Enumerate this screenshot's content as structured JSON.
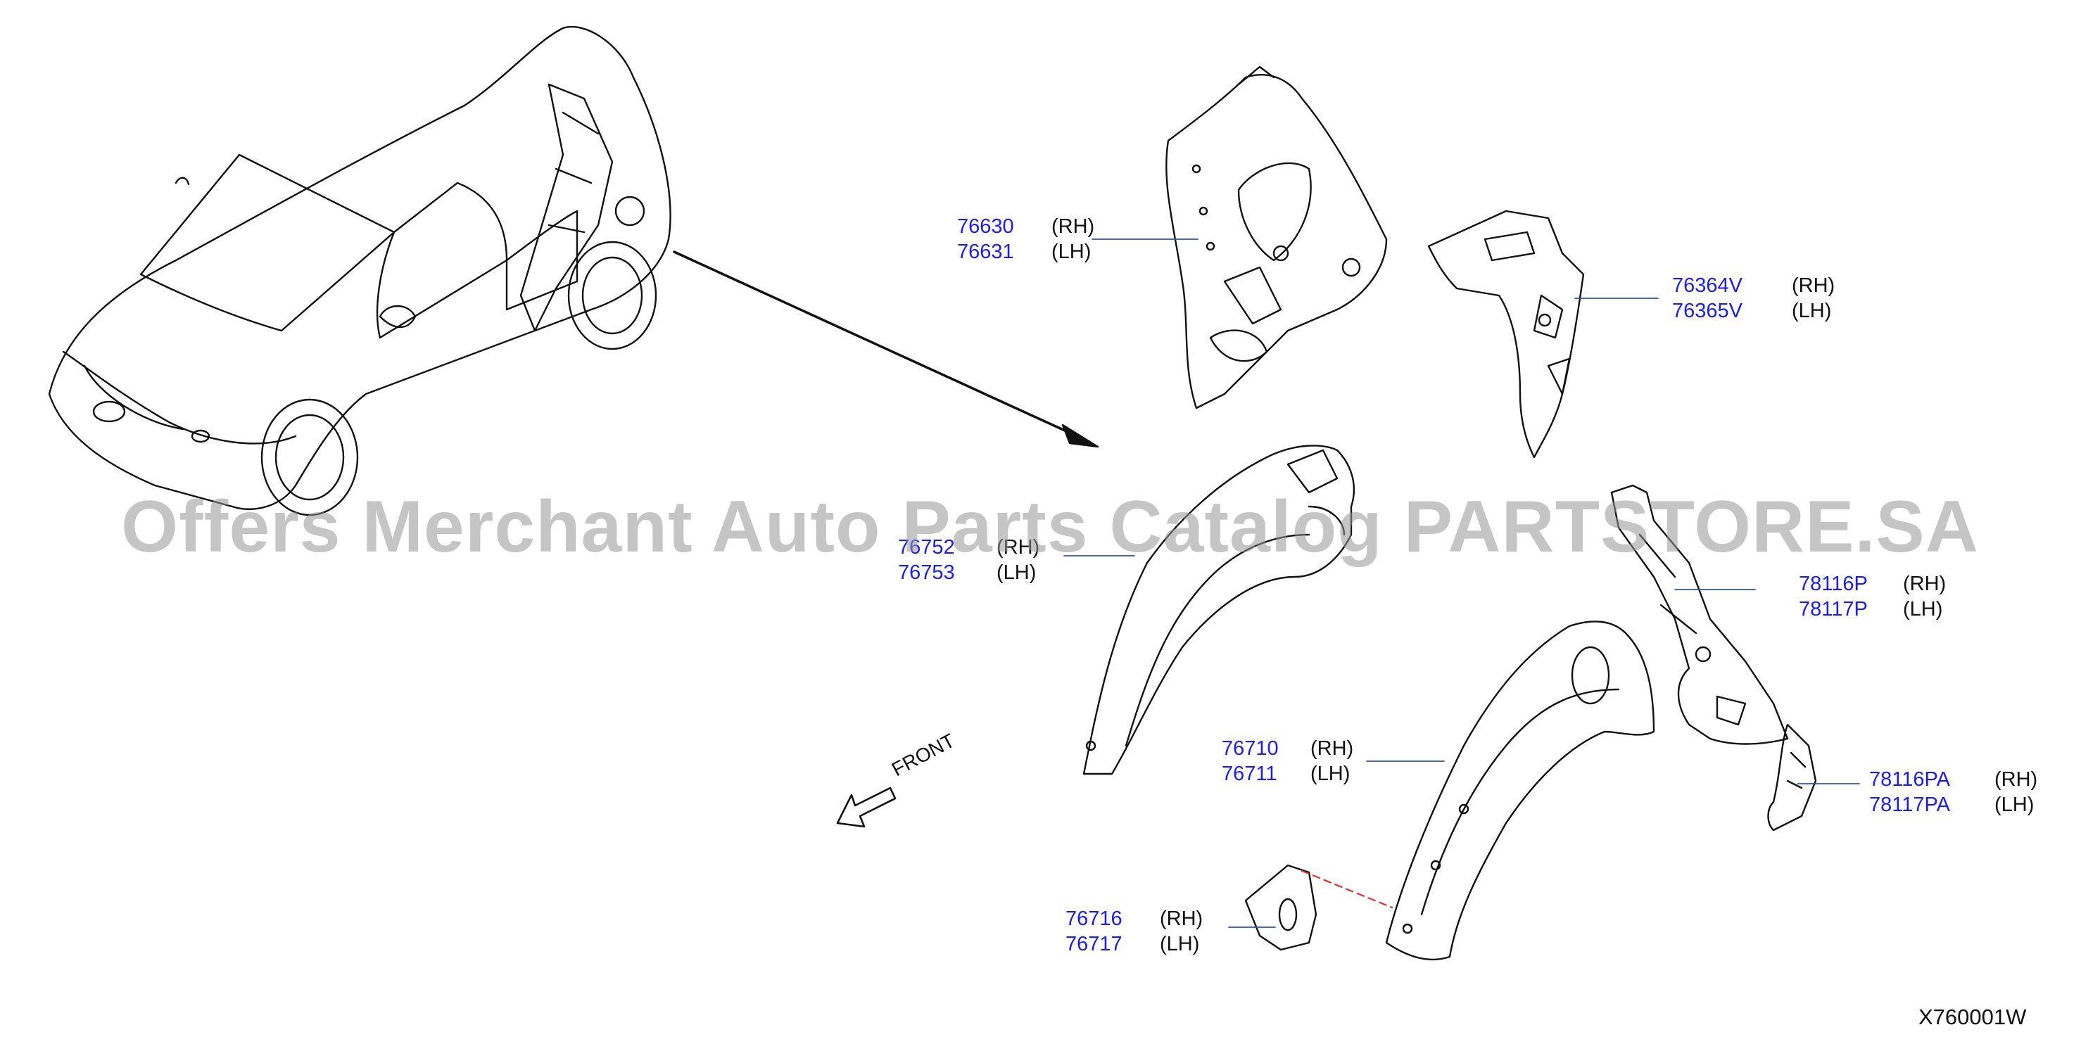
{
  "diagram_code": "X760001W",
  "watermark": "Offers Merchant Auto Parts Catalog PARTSTORE.SA",
  "direction_label": "FRONT",
  "colors": {
    "part_number": "#1a1aff",
    "line": "#111111",
    "leader": "#2b4fd6",
    "connector": "#e03030"
  },
  "parts": [
    {
      "rh": "76630",
      "lh": "76631",
      "rh_side": "(RH)",
      "lh_side": "(LH)"
    },
    {
      "rh": "76364V",
      "lh": "76365V",
      "rh_side": "(RH)",
      "lh_side": "(LH)"
    },
    {
      "rh": "76752",
      "lh": "76753",
      "rh_side": "(RH)",
      "lh_side": "(LH)"
    },
    {
      "rh": "78116P",
      "lh": "78117P",
      "rh_side": "(RH)",
      "lh_side": "(LH)"
    },
    {
      "rh": "76710",
      "lh": "76711",
      "rh_side": "(RH)",
      "lh_side": "(LH)"
    },
    {
      "rh": "78116PA",
      "lh": "78117PA",
      "rh_side": "(RH)",
      "lh_side": "(LH)"
    },
    {
      "rh": "76716",
      "lh": "76717",
      "rh_side": "(RH)",
      "lh_side": "(LH)"
    }
  ]
}
